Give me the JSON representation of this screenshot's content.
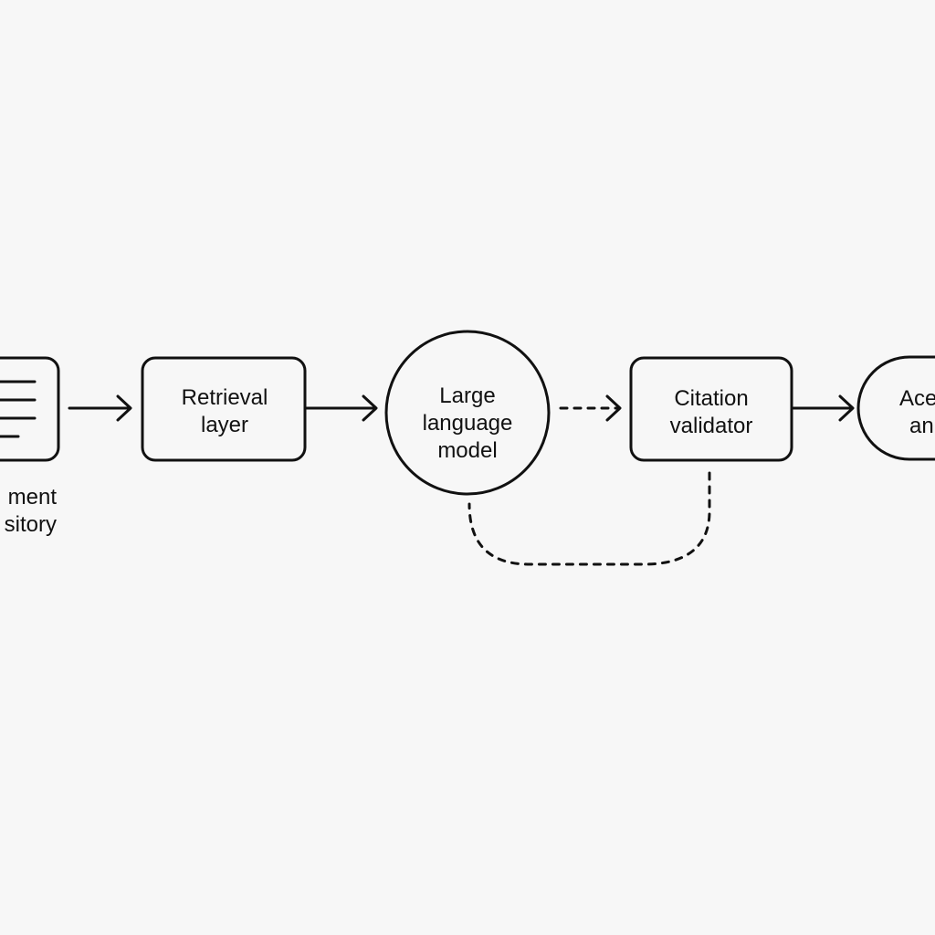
{
  "nodes": {
    "document_repository": {
      "label_line1": "ment",
      "label_line2": "sitory"
    },
    "retrieval_layer": {
      "label_line1": "Retrieval",
      "label_line2": "layer"
    },
    "large_language_model": {
      "label_line1": "Large",
      "label_line2": "language",
      "label_line3": "model"
    },
    "citation_validator": {
      "label_line1": "Citation",
      "label_line2": "validator"
    },
    "accepted_answer": {
      "label_line1": "Ace",
      "label_line2": "an"
    }
  },
  "edges": [
    {
      "from": "document_repository",
      "to": "retrieval_layer",
      "style": "solid"
    },
    {
      "from": "retrieval_layer",
      "to": "large_language_model",
      "style": "solid"
    },
    {
      "from": "large_language_model",
      "to": "citation_validator",
      "style": "dashed"
    },
    {
      "from": "citation_validator",
      "to": "accepted_answer",
      "style": "solid"
    },
    {
      "from": "citation_validator",
      "to": "large_language_model",
      "style": "dashed",
      "arrowhead": false
    }
  ],
  "colors": {
    "background": "#f7f7f7",
    "stroke": "#111111",
    "text": "#111111"
  }
}
